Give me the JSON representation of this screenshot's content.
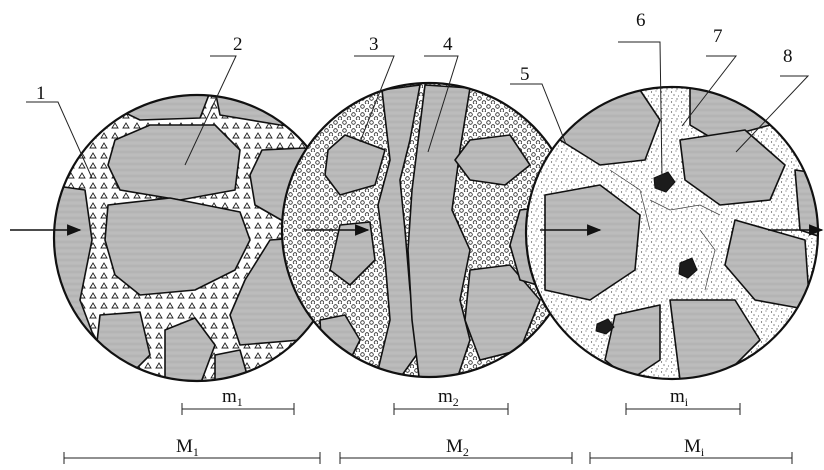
{
  "labels": {
    "n1": "1",
    "n2": "2",
    "n3": "3",
    "n4": "4",
    "n5": "5",
    "n6": "6",
    "n7": "7",
    "n8": "8"
  },
  "scale_small": [
    {
      "base": "m",
      "sub": "1"
    },
    {
      "base": "m",
      "sub": "2"
    },
    {
      "base": "m",
      "sub": "i"
    }
  ],
  "scale_large": [
    {
      "base": "M",
      "sub": "1"
    },
    {
      "base": "M",
      "sub": "2"
    },
    {
      "base": "M",
      "sub": "i"
    }
  ],
  "colors": {
    "grain_fill": "#b8b8b8",
    "binder_fill": "#ffffff",
    "outline": "#111111"
  }
}
